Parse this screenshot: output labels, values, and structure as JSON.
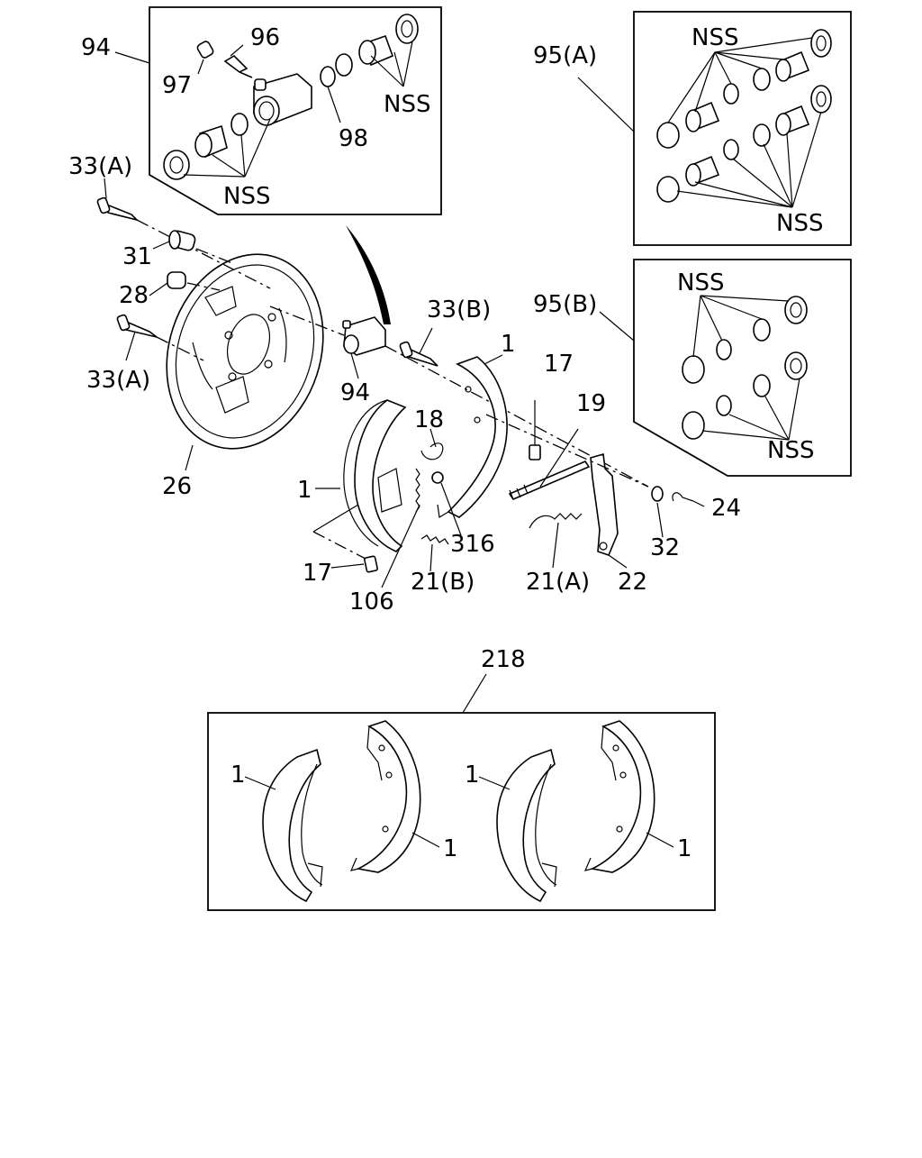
{
  "diagram": {
    "callouts": {
      "c94_top": "94",
      "c96": "96",
      "c97": "97",
      "c98": "98",
      "nss_a": "NSS",
      "nss_b": "NSS",
      "c95a": "95(A)",
      "nss_c": "NSS",
      "nss_d": "NSS",
      "c95b": "95(B)",
      "nss_e": "NSS",
      "nss_f": "NSS",
      "c33a_top": "33(A)",
      "c31": "31",
      "c28": "28",
      "c33a_bot": "33(A)",
      "c26": "26",
      "c94_mid": "94",
      "c33b": "33(B)",
      "c1_shoe": "1",
      "c17_right": "17",
      "c19": "19",
      "c18": "18",
      "c1_left": "1",
      "c316": "316",
      "c24": "24",
      "c32": "32",
      "c17_left": "17",
      "c106": "106",
      "c21b": "21(B)",
      "c21a": "21(A)",
      "c22": "22",
      "c218": "218",
      "c1_k1": "1",
      "c1_k2": "1",
      "c1_k3": "1",
      "c1_k4": "1"
    }
  }
}
